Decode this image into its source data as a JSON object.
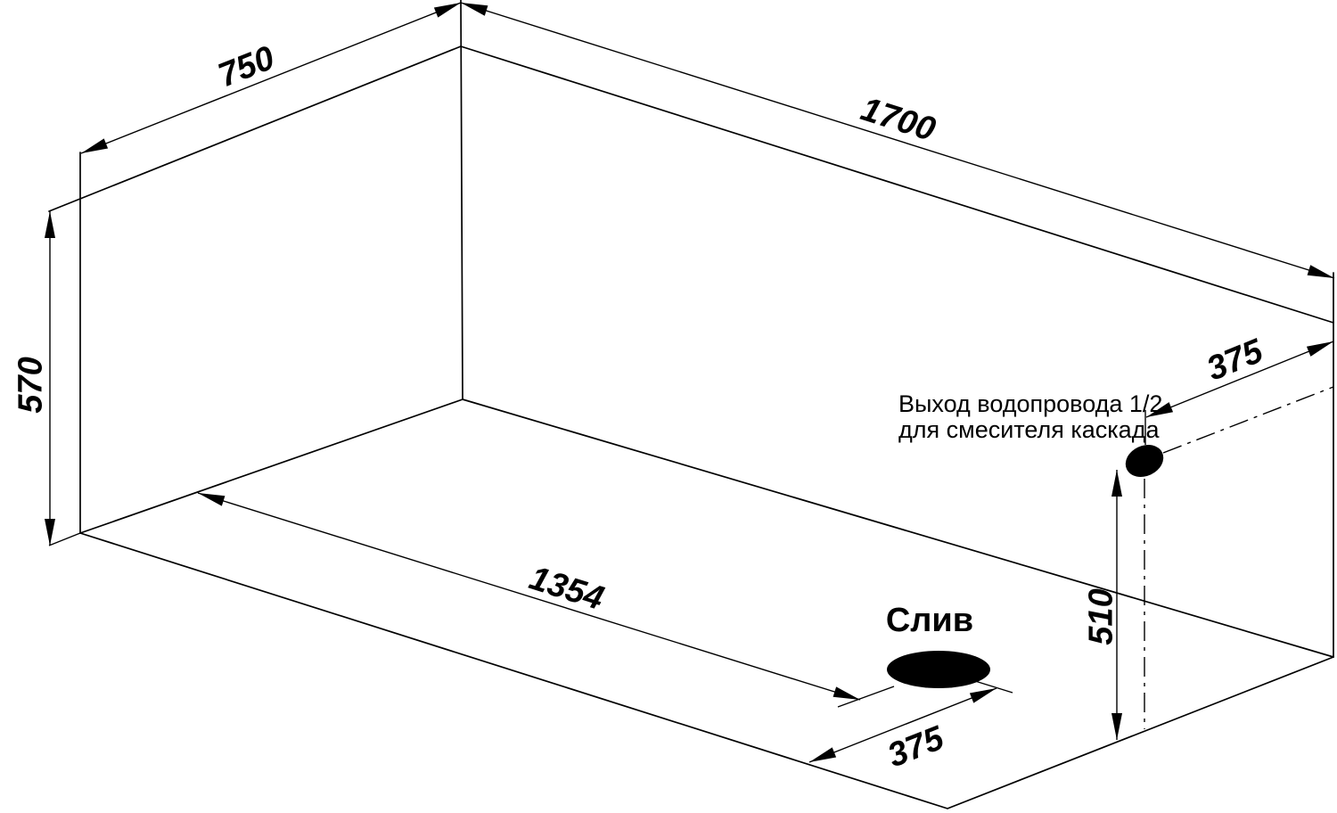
{
  "drawing": {
    "background_color": "#ffffff",
    "line_color": "#000000",
    "dimensions": {
      "top_width": "750",
      "top_length": "1700",
      "left_height": "570",
      "floor_length": "1354",
      "drain_offset": "375",
      "outlet_offset": "375",
      "outlet_height": "510"
    },
    "labels": {
      "drain": "Слив",
      "outlet_note_line1": "Выход водопровода 1/2",
      "outlet_note_line2": "для смесителя каскада"
    }
  }
}
